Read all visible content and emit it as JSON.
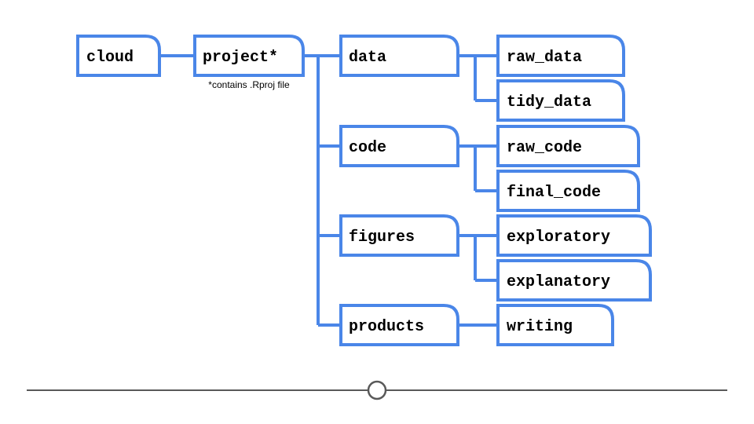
{
  "colors": {
    "node_border": "#4a86e8",
    "node_fill": "#ffffff",
    "connector": "#4a86e8",
    "divider": "#595959"
  },
  "nodes": {
    "cloud": "cloud",
    "project": "project*",
    "data": "data",
    "raw_data": "raw_data",
    "tidy_data": "tidy_data",
    "code": "code",
    "raw_code": "raw_code",
    "final_code": "final_code",
    "figures": "figures",
    "exploratory": "exploratory",
    "explanatory": "explanatory",
    "products": "products",
    "writing": "writing"
  },
  "project_note": "*contains .Rproj file"
}
